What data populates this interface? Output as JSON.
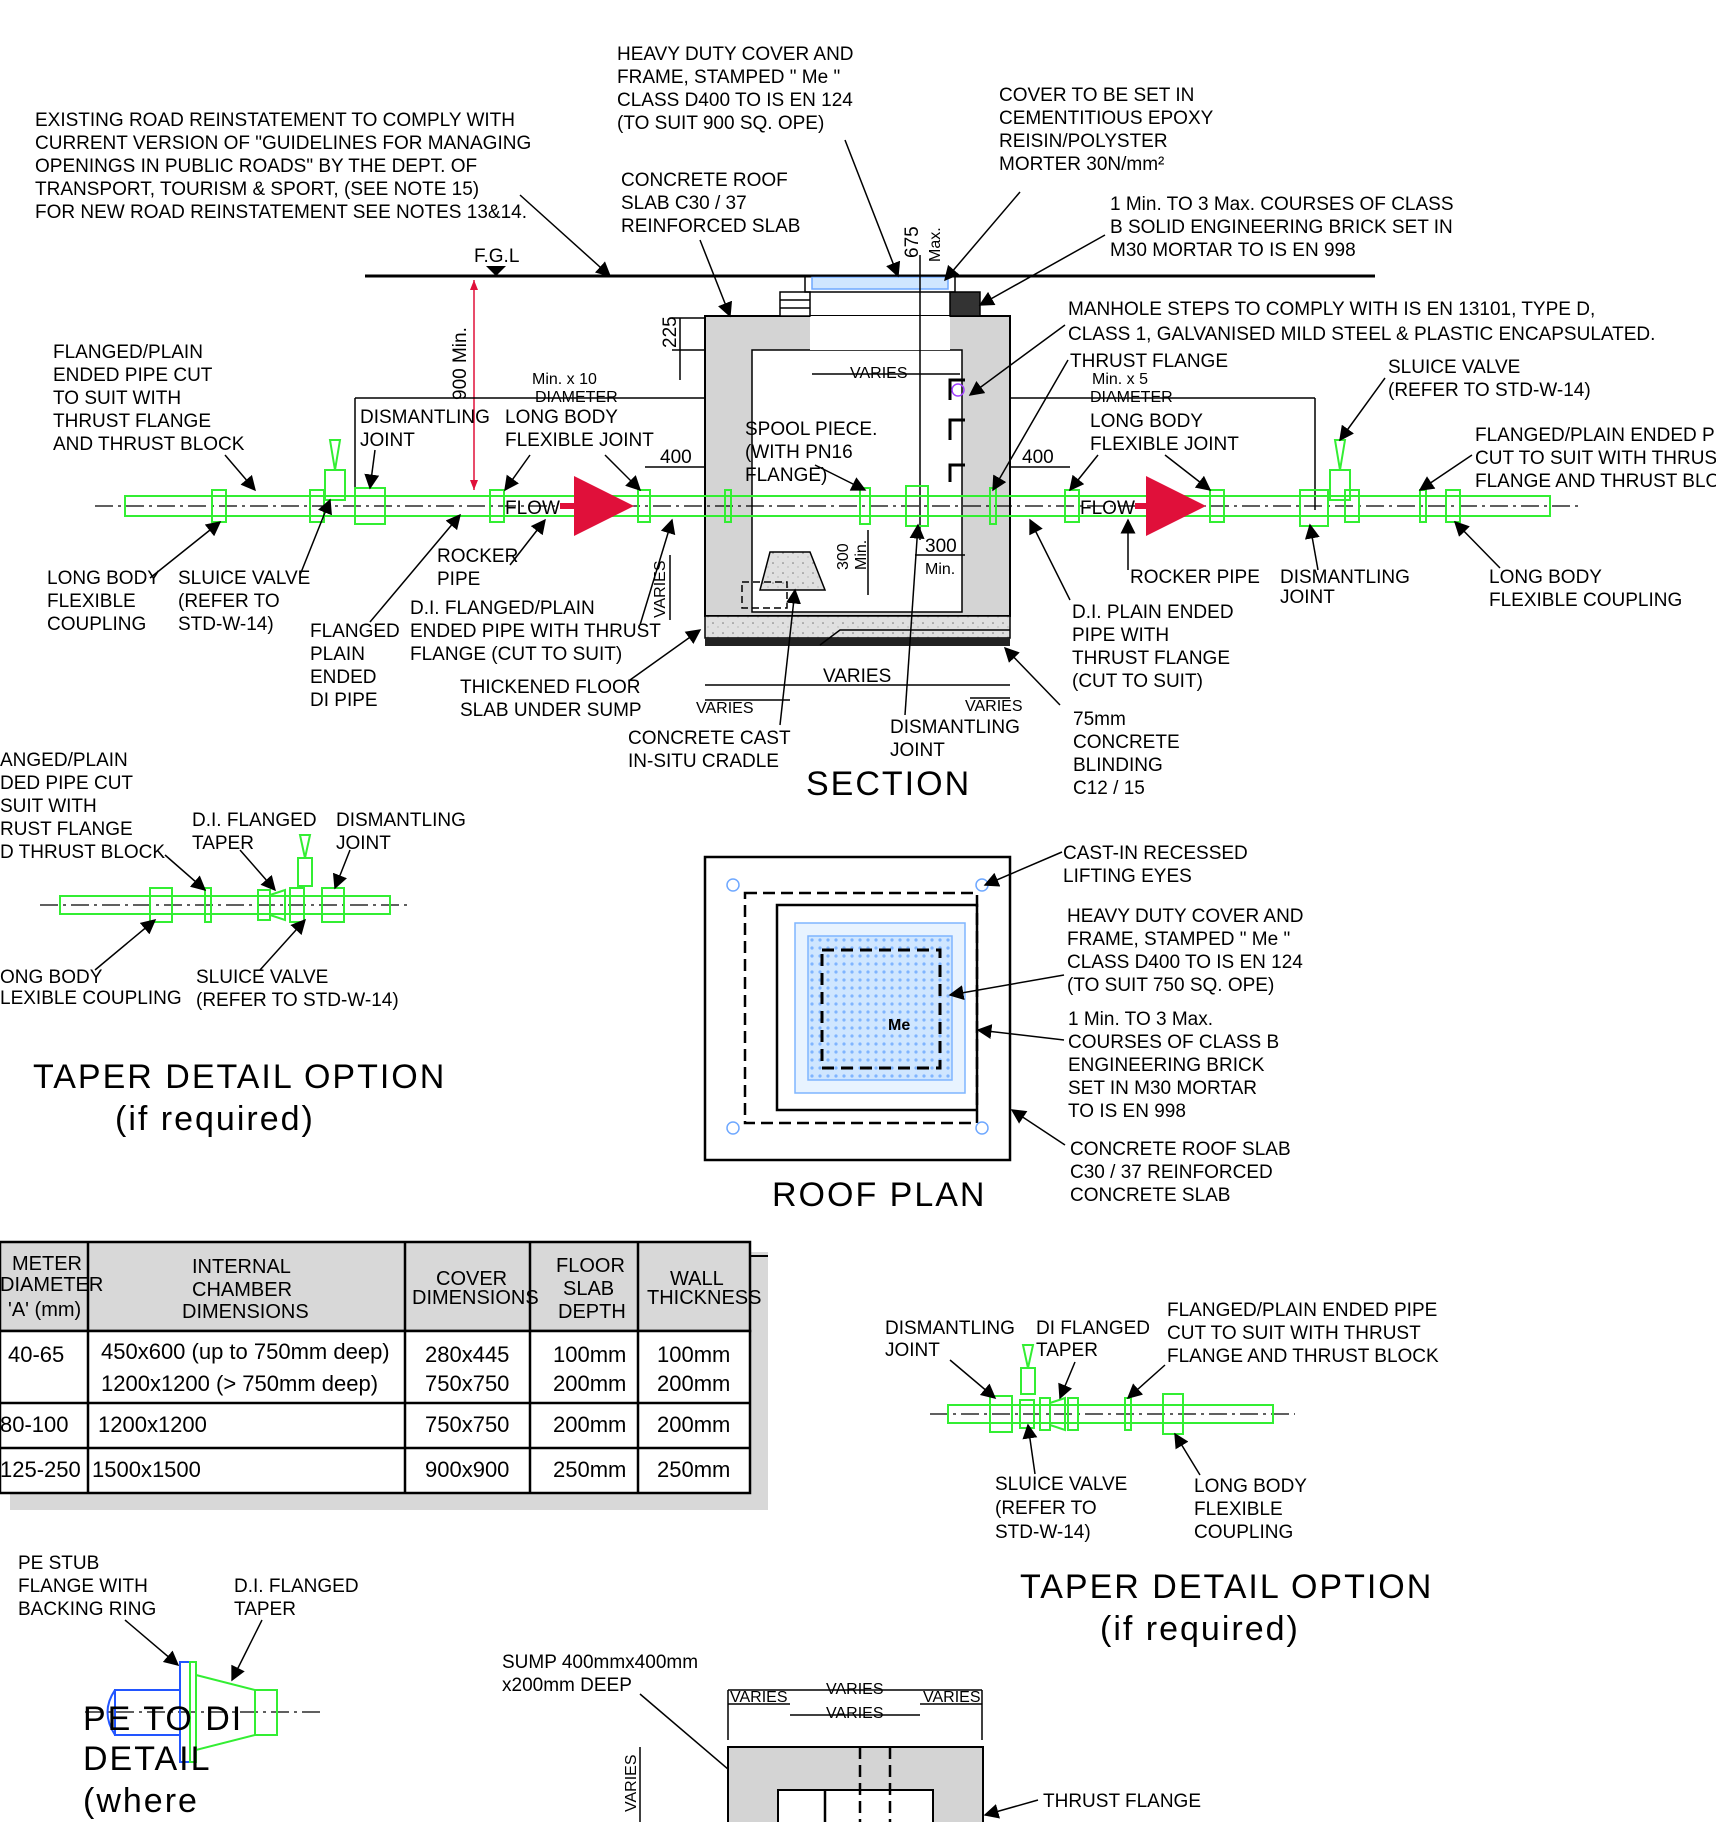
{
  "section": {
    "title": "SECTION",
    "notes": {
      "road": [
        "EXISTING ROAD REINSTATEMENT TO COMPLY WITH",
        "CURRENT VERSION OF \"GUIDELINES FOR MANAGING",
        "OPENINGS IN PUBLIC ROADS\" BY THE DEPT. OF",
        "TRANSPORT, TOURISM & SPORT, (SEE NOTE 15)",
        "FOR NEW ROAD REINSTATEMENT SEE NOTES 13&14."
      ],
      "cover": [
        "HEAVY DUTY COVER AND",
        "FRAME, STAMPED \" Me \"",
        "CLASS D400 TO IS EN 124",
        "(TO SUIT 900 SQ. OPE)"
      ],
      "roof_slab": [
        "CONCRETE ROOF",
        "SLAB C30 / 37",
        "REINFORCED SLAB"
      ],
      "cover_set": [
        "COVER TO BE SET IN",
        "CEMENTITIOUS EPOXY",
        "REISIN/POLYSTER",
        "MORTER 30N/mm²"
      ],
      "brick": [
        "1 Min. TO 3 Max. COURSES OF CLASS",
        "B SOLID ENGINEERING BRICK SET IN",
        "M30 MORTAR TO IS EN 998"
      ],
      "steps": [
        "MANHOLE STEPS TO COMPLY WITH IS EN 13101, TYPE D,",
        "CLASS 1, GALVANISED MILD STEEL & PLASTIC ENCAPSULATED."
      ],
      "fgl": "F.G.L",
      "depth": "900 Min.",
      "d225": "225",
      "d675": "675",
      "max": "Max.",
      "varies": "VARIES",
      "min10": "Min. x 10",
      "min5": "Min. x 5",
      "diameter": "DIAMETER",
      "d400": "400",
      "d300": "300",
      "min": "Min.",
      "flow": "FLOW",
      "thrust_flange": "THRUST FLANGE",
      "sluice_r": [
        "SLUICE VALVE",
        "(REFER TO STD-W-14)"
      ],
      "fp_left": [
        "FLANGED/PLAIN",
        "ENDED PIPE CUT",
        "TO SUIT WITH",
        "THRUST FLANGE",
        "AND THRUST BLOCK"
      ],
      "fp_right": [
        "FLANGED/PLAIN ENDED PIPE",
        "CUT TO SUIT WITH THRUST",
        "FLANGE AND THRUST BLOCK"
      ],
      "dismantling": [
        "DISMANTLING",
        "JOINT"
      ],
      "long_body": [
        "LONG BODY",
        "FLEXIBLE JOINT"
      ],
      "spool": [
        "SPOOL PIECE.",
        "(WITH PN16",
        "FLANGE)"
      ],
      "rocker": [
        "ROCKER",
        "PIPE"
      ],
      "rocker_r": "ROCKER PIPE",
      "lbfc_left": [
        "LONG BODY",
        "FLEXIBLE",
        "COUPLING"
      ],
      "sluice_l": [
        "SLUICE VALVE",
        "(REFER TO",
        "STD-W-14)"
      ],
      "flanged_di": [
        "FLANGED",
        "PLAIN",
        "ENDED",
        "DI PIPE"
      ],
      "di_flanged_plain": [
        "D.I. FLANGED/PLAIN",
        "ENDED PIPE WITH THRUST",
        "FLANGE (CUT TO SUIT)"
      ],
      "thickened": [
        "THICKENED FLOOR",
        "SLAB UNDER SUMP"
      ],
      "cradle": [
        "CONCRETE CAST",
        "IN-SITU CRADLE"
      ],
      "dismantling2": [
        "DISMANTLING",
        "JOINT"
      ],
      "di_plain": [
        "D.I. PLAIN ENDED",
        "PIPE WITH",
        "THRUST FLANGE",
        "(CUT TO SUIT)"
      ],
      "blinding": [
        "75mm",
        "CONCRETE",
        "BLINDING",
        "C12 / 15"
      ],
      "dism_r": [
        "DISMANTLING",
        "JOINT"
      ],
      "lbfc_right": [
        "LONG BODY",
        "FLEXIBLE COUPLING"
      ]
    }
  },
  "taper_left": {
    "title": "TAPER DETAIL OPTION",
    "subtitle": "(if required)",
    "fp": [
      "ANGED/PLAIN",
      "DED PIPE CUT",
      "SUIT WITH",
      "RUST FLANGE",
      "D THRUST BLOCK"
    ],
    "di_taper": [
      "D.I. FLANGED",
      "TAPER"
    ],
    "dism": [
      "DISMANTLING",
      "JOINT"
    ],
    "lbfc": [
      "ONG BODY",
      "LEXIBLE COUPLING"
    ],
    "sluice": [
      "SLUICE VALVE",
      "(REFER TO STD-W-14)"
    ]
  },
  "roof_plan": {
    "title": "ROOF PLAN",
    "stamp": "Me",
    "lifting": [
      "CAST-IN RECESSED",
      "LIFTING EYES"
    ],
    "cover": [
      "HEAVY DUTY COVER AND",
      "FRAME, STAMPED \" Me \"",
      "CLASS D400 TO IS EN 124",
      "(TO SUIT 750 SQ. OPE)"
    ],
    "brick": [
      "1 Min. TO 3 Max.",
      "COURSES OF CLASS B",
      "ENGINEERING BRICK",
      "SET IN M30 MORTAR",
      "TO IS EN 998"
    ],
    "slab": [
      "CONCRETE ROOF SLAB",
      "C30 / 37 REINFORCED",
      "CONCRETE SLAB"
    ]
  },
  "table": {
    "headers": [
      [
        "METER",
        "DIAMETER",
        "'A' (mm)"
      ],
      [
        "INTERNAL",
        "CHAMBER",
        "DIMENSIONS"
      ],
      [
        "COVER",
        "DIMENSIONS"
      ],
      [
        "FLOOR",
        "SLAB",
        "DEPTH"
      ],
      [
        "WALL",
        "THICKNESS"
      ]
    ],
    "rows": [
      {
        "dia": "40-65",
        "dims": [
          "450x600 (up to 750mm deep)",
          "1200x1200 (> 750mm deep)"
        ],
        "cover": [
          "280x445",
          "750x750"
        ],
        "floor": [
          "100mm",
          "200mm"
        ],
        "wall": [
          "100mm",
          "200mm"
        ]
      },
      {
        "dia": "80-100",
        "dims": [
          "1200x1200"
        ],
        "cover": [
          "750x750"
        ],
        "floor": [
          "200mm"
        ],
        "wall": [
          "200mm"
        ]
      },
      {
        "dia": "125-250",
        "dims": [
          "1500x1500"
        ],
        "cover": [
          "900x900"
        ],
        "floor": [
          "250mm"
        ],
        "wall": [
          "250mm"
        ]
      }
    ]
  },
  "taper_right": {
    "title": "TAPER DETAIL OPTION",
    "subtitle": "(if required)",
    "dism": [
      "DISMANTLING",
      "JOINT"
    ],
    "di_taper": [
      "DI FLANGED",
      "TAPER"
    ],
    "fp": [
      "FLANGED/PLAIN ENDED PIPE",
      "CUT TO SUIT WITH THRUST",
      "FLANGE AND THRUST BLOCK"
    ],
    "sluice": [
      "SLUICE VALVE",
      "(REFER TO",
      "STD-W-14)"
    ],
    "lbfc": [
      "LONG BODY",
      "FLEXIBLE",
      "COUPLING"
    ]
  },
  "pe_detail": {
    "stub": [
      "PE STUB",
      "FLANGE WITH",
      "BACKING RING"
    ],
    "taper": [
      "D.I. FLANGED",
      "TAPER"
    ],
    "title": [
      "PE TO DI",
      "DETAIL",
      "(where"
    ]
  },
  "sump_plan": {
    "sump": [
      "SUMP 400mmx400mm",
      "x200mm DEEP"
    ],
    "varies": "VARIES",
    "thrust": "THRUST FLANGE"
  }
}
